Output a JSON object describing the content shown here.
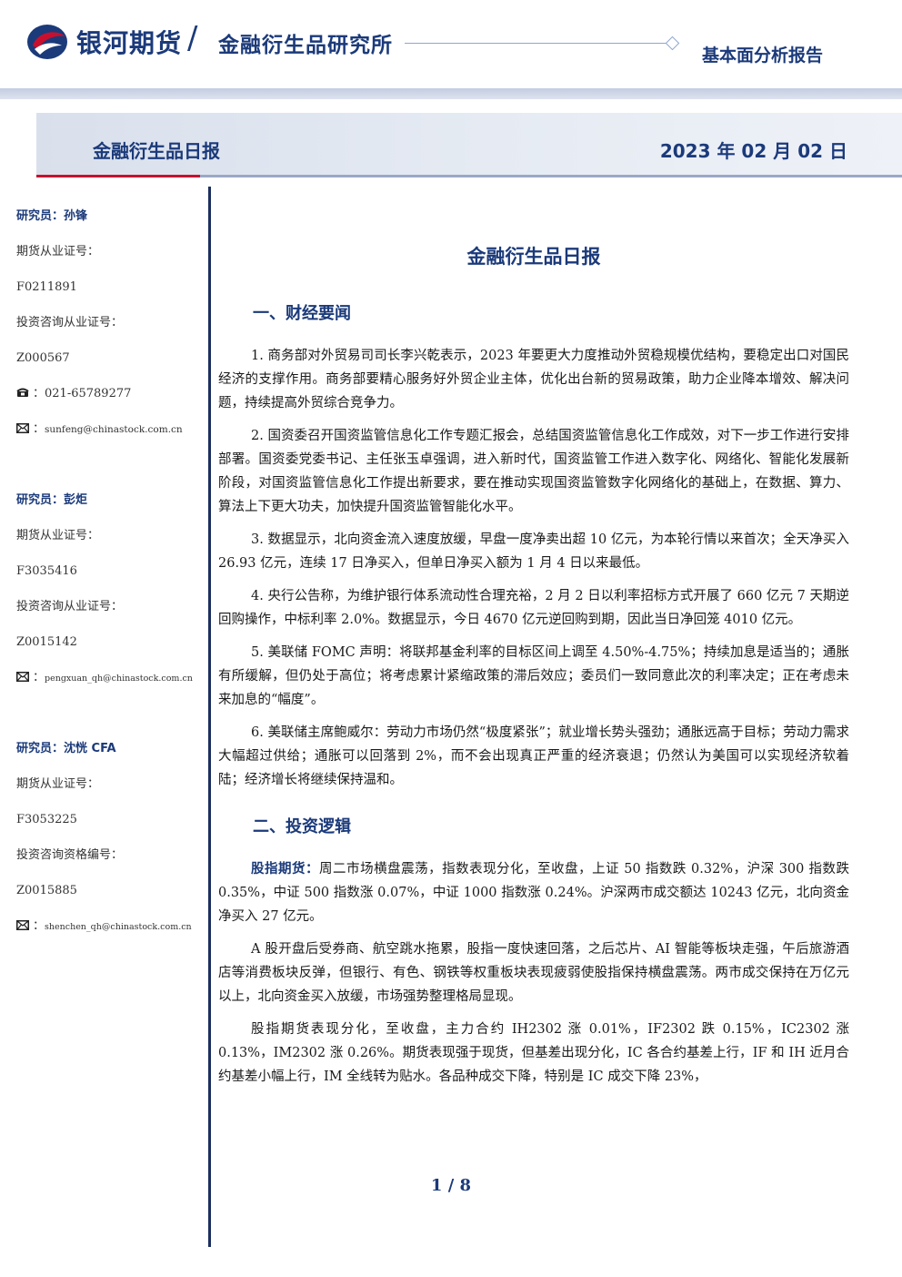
{
  "header": {
    "brand": "银河期货",
    "slash": "/",
    "institute": "金融衍生品研究所",
    "report_type": "基本面分析报告"
  },
  "title_bar": {
    "name": "金融衍生品日报",
    "date": "2023 年 02 月 02 日"
  },
  "sidebar": {
    "analysts": [
      {
        "label": "研究员：孙锋",
        "futures_cert_label": "期货从业证号：",
        "futures_cert": "F0211891",
        "advisory_cert_label": "投资咨询从业证号：",
        "advisory_cert": "Z000567",
        "phone": "021-65789277",
        "email": "sunfeng@chinastock.com.cn"
      },
      {
        "label": "研究员：彭炬",
        "futures_cert_label": "期货从业证号：",
        "futures_cert": "F3035416",
        "advisory_cert_label": "投资咨询从业证号：",
        "advisory_cert": "Z0015142",
        "email": "pengxuan_qh@chinastock.com.cn"
      },
      {
        "label": "研究员：沈恍 CFA",
        "futures_cert_label": "期货从业证号：",
        "futures_cert": "F3053225",
        "advisory_cert_label": "投资咨询资格编号：",
        "advisory_cert": "Z0015885",
        "email": "shenchen_qh@chinastock.com.cn"
      }
    ]
  },
  "main": {
    "title": "金融衍生品日报",
    "section1_title": "一、财经要闻",
    "news": [
      "1. 商务部对外贸易司司长李兴乾表示，2023 年要更大力度推动外贸稳规模优结构，要稳定出口对国民经济的支撑作用。商务部要精心服务好外贸企业主体，优化出台新的贸易政策，助力企业降本增效、解决问题，持续提高外贸综合竞争力。",
      "2. 国资委召开国资监管信息化工作专题汇报会，总结国资监管信息化工作成效，对下一步工作进行安排部署。国资委党委书记、主任张玉卓强调，进入新时代，国资监管工作进入数字化、网络化、智能化发展新阶段，对国资监管信息化工作提出新要求，要在推动实现国资监管数字化网络化的基础上，在数据、算力、算法上下更大功夫，加快提升国资监管智能化水平。",
      "3. 数据显示，北向资金流入速度放缓，早盘一度净卖出超 10 亿元，为本轮行情以来首次；全天净买入 26.93 亿元，连续 17 日净买入，但单日净买入额为 1 月 4 日以来最低。",
      "4. 央行公告称，为维护银行体系流动性合理充裕，2 月 2 日以利率招标方式开展了 660 亿元 7 天期逆回购操作，中标利率 2.0%。数据显示，今日 4670 亿元逆回购到期，因此当日净回笼 4010 亿元。",
      "5. 美联储 FOMC 声明：将联邦基金利率的目标区间上调至 4.50%-4.75%；持续加息是适当的；通胀有所缓解，但仍处于高位；将考虑累计紧缩政策的滞后效应；委员们一致同意此次的利率决定；正在考虑未来加息的“幅度”。",
      "6. 美联储主席鲍威尔：劳动力市场仍然“极度紧张”；就业增长势头强劲；通胀远高于目标；劳动力需求大幅超过供给；通胀可以回落到 2%，而不会出现真正严重的经济衰退；仍然认为美国可以实现经济软着陆；经济增长将继续保持温和。"
    ],
    "section2_title": "二、投资逻辑",
    "logic_lead": "股指期货：",
    "logic_p1": "周二市场横盘震荡，指数表现分化，至收盘，上证 50 指数跌 0.32%，沪深 300 指数跌 0.35%，中证 500 指数涨 0.07%，中证 1000 指数涨 0.24%。沪深两市成交额达 10243 亿元，北向资金净买入 27 亿元。",
    "logic_p2": "A 股开盘后受券商、航空跳水拖累，股指一度快速回落，之后芯片、AI 智能等板块走强，午后旅游酒店等消费板块反弹，但银行、有色、钢铁等权重板块表现疲弱使股指保持横盘震荡。两市成交保持在万亿元以上，北向资金买入放缓，市场强势整理格局显现。",
    "logic_p3": "股指期货表现分化，至收盘，主力合约 IH2302 涨 0.01%，IF2302 跌 0.15%，IC2302 涨 0.13%，IM2302 涨 0.26%。期货表现强于现货，但基差出现分化，IC 各合约基差上行，IF 和 IH 近月合约基差小幅上行，IM 全线转为贴水。各品种成交下降，特别是 IC 成交下降 23%，"
  },
  "footer": {
    "page": "1 / 8"
  }
}
